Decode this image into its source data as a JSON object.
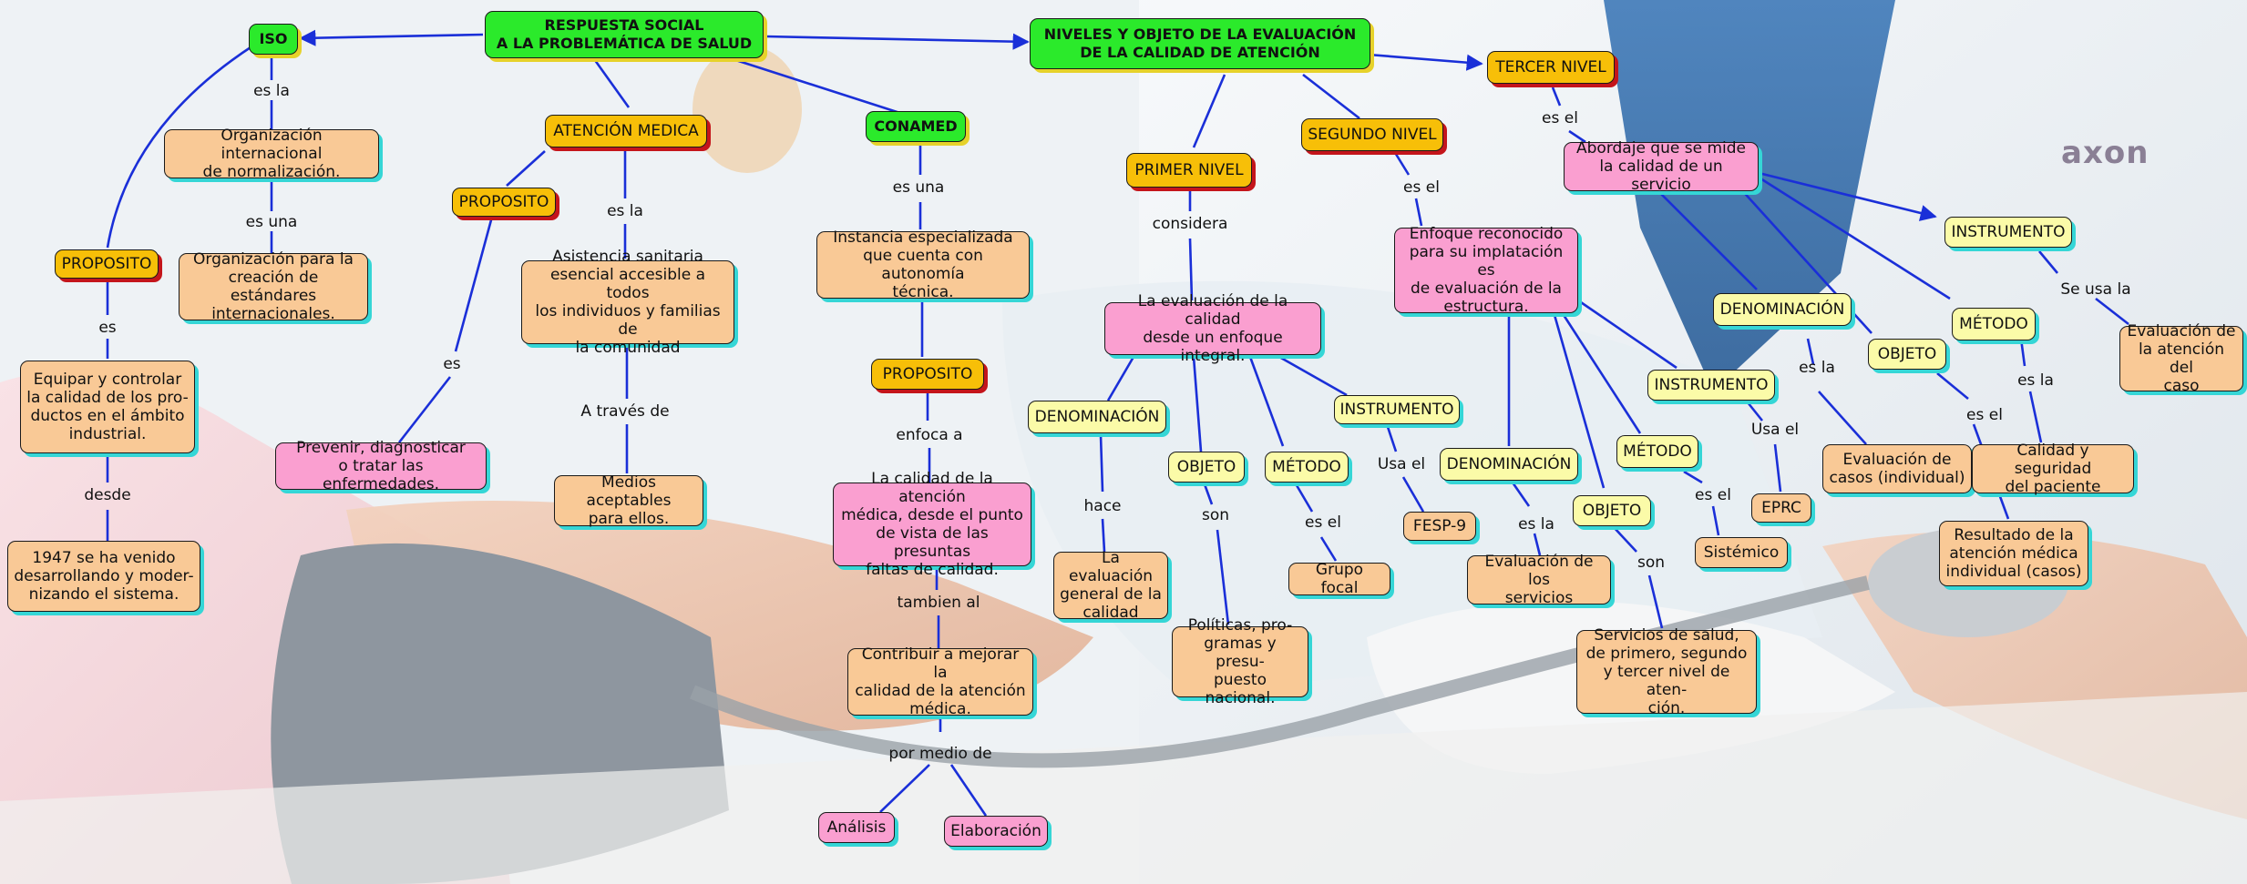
{
  "brand": {
    "logo_text": "axon"
  },
  "nodes": {
    "root": "RESPUESTA SOCIAL\nA LA PROBLEMÁTICA DE SALUD",
    "iso": "ISO",
    "iso_def": "Organización internacional\nde normalización.",
    "iso_org": "Organización para la\ncreación de estándares\ninternacionales.",
    "iso_proposito": "PROPOSITO",
    "iso_equipar": "Equipar y controlar\nla calidad de los pro-\nductos en el ámbito\nindustrial.",
    "iso_1947": "1947 se ha venido\ndesarrollando y moder-\nnizando el sistema.",
    "atencion": "ATENCIÓN MEDICA",
    "at_proposito": "PROPOSITO",
    "at_prevenir": "Prevenir, diagnosticar\no tratar las enfermedades.",
    "at_asistencia": "Asistencia sanitaria\nesencial accesible a todos\nlos individuos y familias de\nla comunidad",
    "at_medios": "Medios aceptables\npara ellos.",
    "conamed": "CONAMED",
    "con_instancia": "Instancia especializada\nque cuenta con autonomía\ntécnica.",
    "con_proposito": "PROPOSITO",
    "con_calidad": "La calidad de la atención\nmédica, desde el punto\nde vista de las presuntas\nfaltas de calidad.",
    "con_contribuir": "Contribuir a mejorar la\ncalidad de la atención\nmédica.",
    "con_analisis": "Análisis",
    "con_elaboracion": "Elaboración",
    "niveles": "NIVELES Y OBJETO DE LA EVALUACIÓN\nDE LA CALIDAD DE ATENCIÓN",
    "primer": "PRIMER NIVEL",
    "p_eval": "La evaluación de la calidad\ndesde un enfoque integral.",
    "p_denom": "DENOMINACIÓN",
    "p_objeto": "OBJETO",
    "p_metodo": "MÉTODO",
    "p_instrumento": "INSTRUMENTO",
    "p_general": "La evaluación\ngeneral de la\ncalidad",
    "p_politicas": "Políticas, pro-\ngramas y presu-\npuesto nacional.",
    "p_grupo": "Grupo focal",
    "p_fesp": "FESP-9",
    "segundo": "SEGUNDO NIVEL",
    "s_enfoque": "Enfoque reconocido\npara su implatación es\nde evaluación de la\nestructura.",
    "s_denom": "DENOMINACIÓN",
    "s_objeto": "OBJETO",
    "s_metodo": "MÉTODO",
    "s_instrumento": "INSTRUMENTO",
    "s_eval_serv": "Evaluación de los\nservicios",
    "s_servicios": "Servicios de salud,\nde primero, segundo\ny tercer nivel de aten-\nción.",
    "s_sistemico": "Sistémico",
    "s_eprc": "EPRC",
    "tercer": "TERCER NIVEL",
    "t_abordaje": "Abordaje que se mide\nla calidad de un servicio",
    "t_denom": "DENOMINACIÓN",
    "t_objeto": "OBJETO",
    "t_metodo": "MÉTODO",
    "t_instrumento": "INSTRUMENTO",
    "t_casos": "Evaluación de\ncasos (individual)",
    "t_resultado": "Resultado de la\natención médica\nindividual (casos)",
    "t_seguridad": "Calidad y seguridad\ndel paciente",
    "t_eval_atencion": "Evaluación de\nla atención del\ncaso"
  },
  "labels": {
    "es_la_1": "es la",
    "es_una_1": "es una",
    "es_1": "es",
    "desde": "desde",
    "es_2": "es",
    "es_la_2": "es la",
    "a_traves": "A través de",
    "es_una_2": "es una",
    "enfoca": "enfoca a",
    "tambien": "tambien al",
    "por_medio": "por medio de",
    "considera": "considera",
    "hace": "hace",
    "son_1": "son",
    "es_el_1": "es el",
    "usa_el_1": "Usa el",
    "es_el_2": "es el",
    "es_la_3": "es la",
    "son_2": "son",
    "es_el_3": "es el",
    "usa_el_2": "Usa el",
    "es_el_4": "es el",
    "es_la_4": "es la",
    "es_el_5": "es el",
    "es_la_5": "es la",
    "se_usa": "Se usa la"
  },
  "colors": {
    "link": "#1a2fd8",
    "green": "#2bea2b",
    "orange": "#f7bf08",
    "peach": "#f9c996",
    "pink": "#fa9fd0",
    "yellow": "#fbfba8"
  }
}
